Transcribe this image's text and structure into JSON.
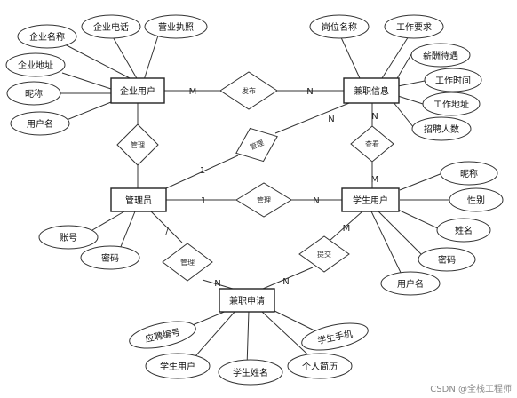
{
  "entities": {
    "enterprise_user": "企业用户",
    "job_info": "兼职信息",
    "admin": "管理员",
    "student_user": "学生用户",
    "job_application": "兼职申请"
  },
  "attributes": {
    "enterprise_user": [
      "企业名称",
      "企业电话",
      "营业执照",
      "企业地址",
      "昵称",
      "用户名"
    ],
    "job_info": [
      "岗位名称",
      "工作要求",
      "薪酬待遇",
      "工作时间",
      "工作地址",
      "招聘人数"
    ],
    "admin": [
      "账号",
      "密码"
    ],
    "student_user": [
      "昵称",
      "性别",
      "姓名",
      "密码",
      "用户名"
    ],
    "job_application": [
      "应聘编号",
      "学生手机",
      "学生用户",
      "学生姓名",
      "个人简历"
    ]
  },
  "relationships": {
    "publish": "发布",
    "manage_enterprise": "管理",
    "manage_job": "管理",
    "view": "查看",
    "manage_student": "管理",
    "manage_application": "管理",
    "submit": "提交"
  },
  "cardinalities": {
    "publish_left": "M",
    "publish_right": "N",
    "manage_job_admin": "1",
    "manage_job_info": "N",
    "view_job": "N",
    "view_student": "M",
    "manage_student_admin": "1",
    "manage_student_user": "N",
    "manage_app_admin": "/",
    "manage_app_app": "N",
    "submit_student": "M",
    "submit_app": "N"
  },
  "watermark": "CSDN @全栈工程师"
}
